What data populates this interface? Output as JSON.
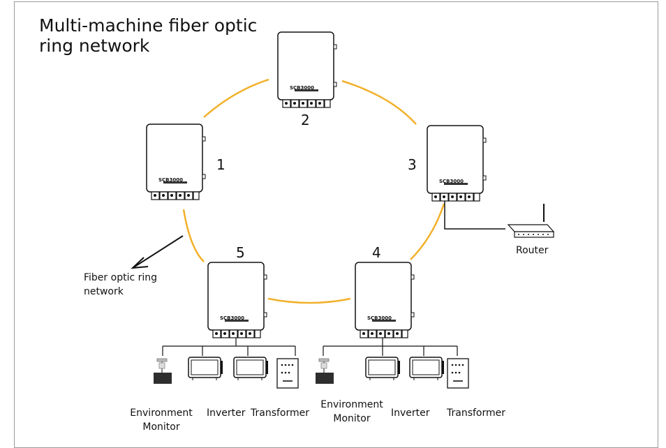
{
  "title": "Multi-machine fiber optic ring network",
  "devices": [
    {
      "number": "1",
      "brand": "SCB3000"
    },
    {
      "number": "2",
      "brand": "SCB3000"
    },
    {
      "number": "3",
      "brand": "SCB3000"
    },
    {
      "number": "4",
      "brand": "SCB3000"
    },
    {
      "number": "5",
      "brand": "SCB3000"
    }
  ],
  "router_label": "Router",
  "annotation": "Fiber optic ring network",
  "group5": {
    "env": "Environment Monitor",
    "inverter": "Inverter",
    "transformer": "Transformer"
  },
  "group4": {
    "env": "Environment Monitor",
    "inverter": "Inverter",
    "transformer": "Transformer"
  },
  "colors": {
    "ring": "#f2b12a",
    "line": "#111111",
    "frame": "#9a9a9a"
  }
}
